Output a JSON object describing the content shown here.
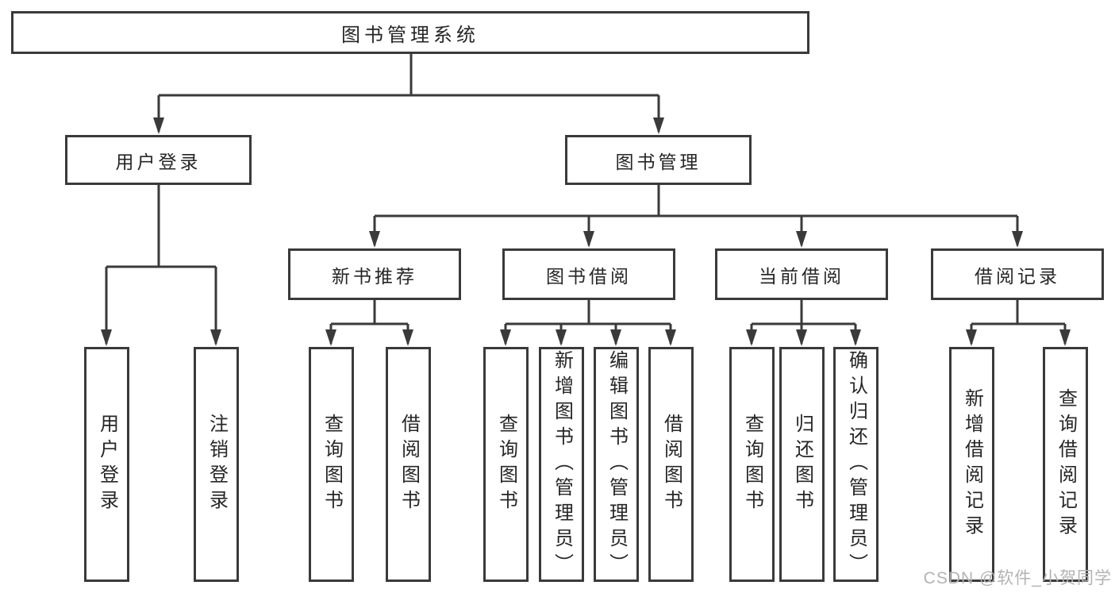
{
  "watermark": "CSDN @软件_小贺同学",
  "colors": {
    "line": "#3a3a3a",
    "box_border": "#3a3a3a",
    "box_background": "#ffffff",
    "text": "#262626",
    "watermark": "#b3b3b3",
    "page_background": "#ffffff"
  },
  "tree": {
    "root": {
      "label": "图书管理系统"
    },
    "level2": [
      {
        "label": "用户登录",
        "parent": "图书管理系统"
      },
      {
        "label": "图书管理",
        "parent": "图书管理系统"
      }
    ],
    "level3": [
      {
        "label": "新书推荐",
        "parent": "图书管理"
      },
      {
        "label": "图书借阅",
        "parent": "图书管理"
      },
      {
        "label": "当前借阅",
        "parent": "图书管理"
      },
      {
        "label": "借阅记录",
        "parent": "图书管理"
      }
    ],
    "leaves": [
      {
        "label": "用户登录",
        "parent": "用户登录"
      },
      {
        "label": "注销登录",
        "parent": "用户登录"
      },
      {
        "label": "查询图书",
        "parent": "新书推荐"
      },
      {
        "label": "借阅图书",
        "parent": "新书推荐"
      },
      {
        "label": "查询图书",
        "parent": "图书借阅"
      },
      {
        "label": "新增图书（管理员）",
        "parent": "图书借阅"
      },
      {
        "label": "编辑图书（管理员）",
        "parent": "图书借阅"
      },
      {
        "label": "借阅图书",
        "parent": "图书借阅"
      },
      {
        "label": "查询图书",
        "parent": "当前借阅"
      },
      {
        "label": "归还图书",
        "parent": "当前借阅"
      },
      {
        "label": "确认归还（管理员）",
        "parent": "当前借阅"
      },
      {
        "label": "新增借阅记录",
        "parent": "借阅记录"
      },
      {
        "label": "查询借阅记录",
        "parent": "借阅记录"
      }
    ]
  }
}
